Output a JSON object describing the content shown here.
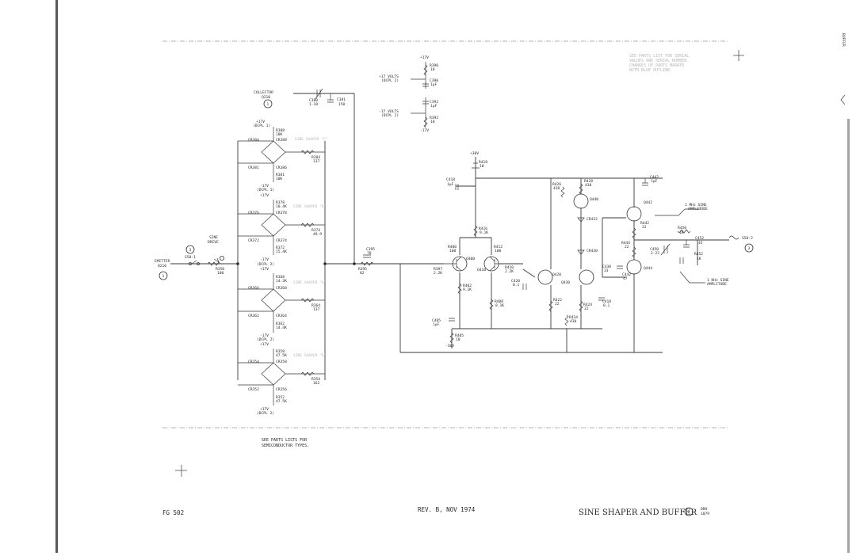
{
  "page": {
    "side_label": "BUFFER",
    "fig_number": "FG 502",
    "revision": "REV. B, NOV 1974",
    "title": "SINE SHAPER AND BUFFER",
    "title_marker": "2",
    "drawing_code_1": "DRH",
    "drawing_code_2": "1079",
    "note_top": [
      "SEE PARTS LIST FOR SERIAL",
      "VALUES AND SERIAL NUMBER",
      "CHANGES OF PARTS MARKED",
      "WITH BLUE OUTLINE."
    ],
    "note_bottom": [
      "SEE PARTS LISTS FOR",
      "SEMICONDUCTOR TYPES."
    ]
  },
  "labels": {
    "emitter": "EMITTER",
    "q210_a": "Q210",
    "marker_1a": "1",
    "marker_3a": "3",
    "s50_1": "S50-1",
    "sine_drive": "SINE",
    "sine_drive2": "DRIVE",
    "r350": "R350",
    "r350v": "100",
    "collector": "COLLECTOR",
    "q210_b": "Q210",
    "marker_1b": "1",
    "c380": "C380",
    "c380v": "1-18",
    "c381": "C381",
    "c381v": "150",
    "p17_1": "+17V",
    "dcpl_1": "(DCPL 1)",
    "r388": "R388",
    "r388v": "10K",
    "cr384": "CR384",
    "cr388": "CR388",
    "sineshaper_1": "SINE SHAPER \"C\"",
    "r384": "R384",
    "r384v": "137",
    "cr381": "CR381",
    "cr386": "CR386",
    "r381": "R381",
    "r381v": "10K",
    "m17_1": "-17V",
    "dcpl_2": "(DCPL 1)",
    "p17_2": "+17V",
    "r378": "R378",
    "r378v": "10.4K",
    "cr376": "CR376",
    "cr378": "CR378",
    "sine_shaper_b": "SINE SHAPER \"B\"",
    "r374": "R374",
    "r374v": "49.9",
    "cr372": "CR372",
    "cr374": "CR374",
    "r372": "R372",
    "r372v": "15.4K",
    "m17_2": "-17V",
    "dcpl_3": "(DCPL 2)",
    "p17_3": "+17V",
    "r368": "R368",
    "r368v": "14.3K",
    "cr366": "CR366",
    "cr368": "CR368",
    "sine_shaper_a": "SINE SHAPER \"A\"",
    "r364": "R364",
    "r364v": "137",
    "cr362": "CR362",
    "cr364": "CR364",
    "r362": "R362",
    "r362v": "14.4K",
    "m17_3": "-17V",
    "dcpl_4": "(DCPL 2)",
    "p17_4": "+17V",
    "r358": "R358",
    "r358v": "47.5K",
    "cr354": "CR354",
    "cr358": "CR358",
    "sine_shaper_d": "SINE SHAPER \"D\"",
    "r354": "R354",
    "r354v": "162",
    "cr352": "CR352",
    "cr356": "CR356",
    "r352": "R352",
    "r352v": "47.5K",
    "p17_5": "+17V",
    "dcpl_5": "(DCPL 2)",
    "c395": "C395",
    "c395v": "70",
    "r395": "R395",
    "r395v": "82",
    "pwr_p17": "+17V",
    "r390": "R390",
    "r390v": "10",
    "p17_volts": "+17 VOLTS",
    "dcpl_p": "(DCPL 2)",
    "c390": "C390",
    "c390v": "1μF",
    "m17_volts": "-17 VOLTS",
    "dcpl_m": "(DCPL 2)",
    "c392": "C392",
    "c392v": "1μF",
    "r392": "R392",
    "r392v": "10",
    "pwr_m17": "-17V",
    "p30": "+30V",
    "r418": "R418",
    "r418v": "10",
    "c418": "C418",
    "c418v": "1μF",
    "r416": "R416",
    "r416v": "9.1K",
    "r400": "R400",
    "r400v": "100",
    "q400": "Q400",
    "r412": "R412",
    "r412v": "100",
    "q410": "Q410",
    "r397": "R397",
    "r397v": "2.2K",
    "r410": "R410",
    "r410v": "2.2K",
    "r402": "R402",
    "r402v": "9.1K",
    "c420": "C420",
    "c420v": "0.1",
    "r408": "R408",
    "r408v": "8.1K",
    "c405": "C405",
    "c405v": "1μF",
    "r405": "R405",
    "r405v": "10",
    "m30": "-30V",
    "r426": "R426",
    "r426v": "430",
    "r428": "R428",
    "r428v": "430",
    "q440": "Q440",
    "cr432": "CR432",
    "cr430": "CR430",
    "q420": "Q420",
    "q430": "Q430",
    "r422": "R422",
    "r422v": "22",
    "r424": "R424",
    "r424v": "22",
    "c418b": "C418",
    "c418bv": "0.1",
    "r434": "R434",
    "r434v": "430",
    "c442": "C442",
    "c442v": "1μF",
    "q442": "Q442",
    "r442": "R442",
    "r442v": "22",
    "r444": "R444",
    "r444v": "22",
    "c438": "C438",
    "c438v": "33",
    "c442b": "C442",
    "c442bv": "47",
    "q444": "Q444",
    "c450": "C450",
    "c450v": "2-22",
    "r450": "R450",
    "r450v": "1K",
    "c452": "C452",
    "c452v": "45",
    "r452": "R452",
    "r452v": "1K",
    "mhz_1": "1 MHz SINE",
    "mhz_2": "AMPLITUDE",
    "khz_1": "1 KHz SINE",
    "khz_2": "AMPLITUDE",
    "s50_2": "S50-2",
    "marker_3b": "3"
  }
}
